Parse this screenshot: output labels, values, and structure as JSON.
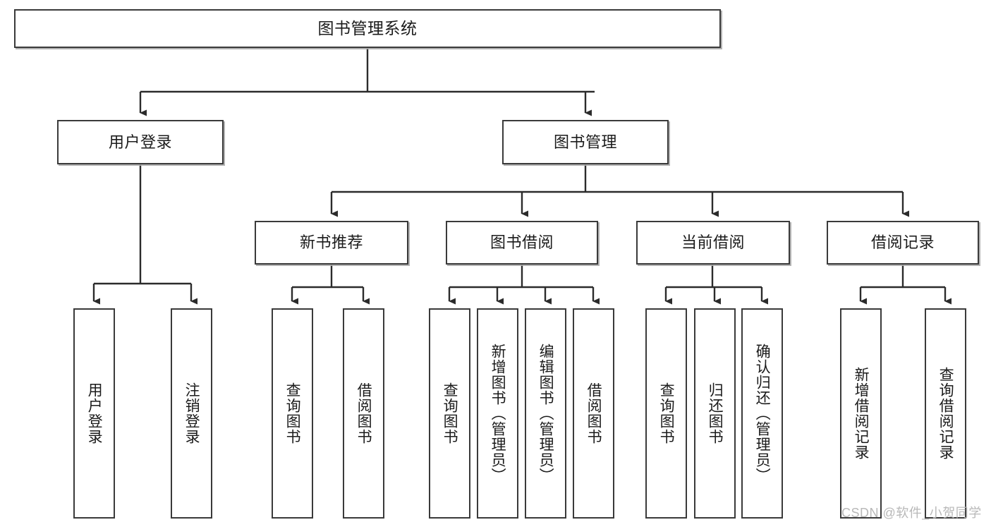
{
  "diagram": {
    "title_text": "图书管理系统",
    "type": "tree-hierarchy",
    "watermark": "CSDN @软件_小贺同学",
    "colors": {
      "box_border": "#3a3a3a",
      "edge": "#2b2b2b",
      "text": "#1b1b1b",
      "background": "#ffffff",
      "watermark": "#b8b8b8"
    }
  },
  "nodes": {
    "root": {
      "label": "图书管理系统"
    },
    "level1": [
      {
        "label": "用户登录"
      },
      {
        "label": "图书管理"
      }
    ],
    "level2": [
      {
        "label": "新书推荐"
      },
      {
        "label": "图书借阅"
      },
      {
        "label": "当前借阅"
      },
      {
        "label": "借阅记录"
      }
    ],
    "leaves": {
      "user_login": [
        {
          "label": "用户登录"
        },
        {
          "label": "注销登录"
        }
      ],
      "new_book_recommend": [
        {
          "label": "查询图书"
        },
        {
          "label": "借阅图书"
        }
      ],
      "book_borrow": [
        {
          "label": "查询图书"
        },
        {
          "label": "新增图书（管理员）"
        },
        {
          "label": "编辑图书（管理员）"
        },
        {
          "label": "借阅图书"
        }
      ],
      "current_borrow": [
        {
          "label": "查询图书"
        },
        {
          "label": "归还图书"
        },
        {
          "label": "确认归还（管理员）"
        }
      ],
      "borrow_records": [
        {
          "label": "新增借阅记录"
        },
        {
          "label": "查询借阅记录"
        }
      ]
    }
  }
}
